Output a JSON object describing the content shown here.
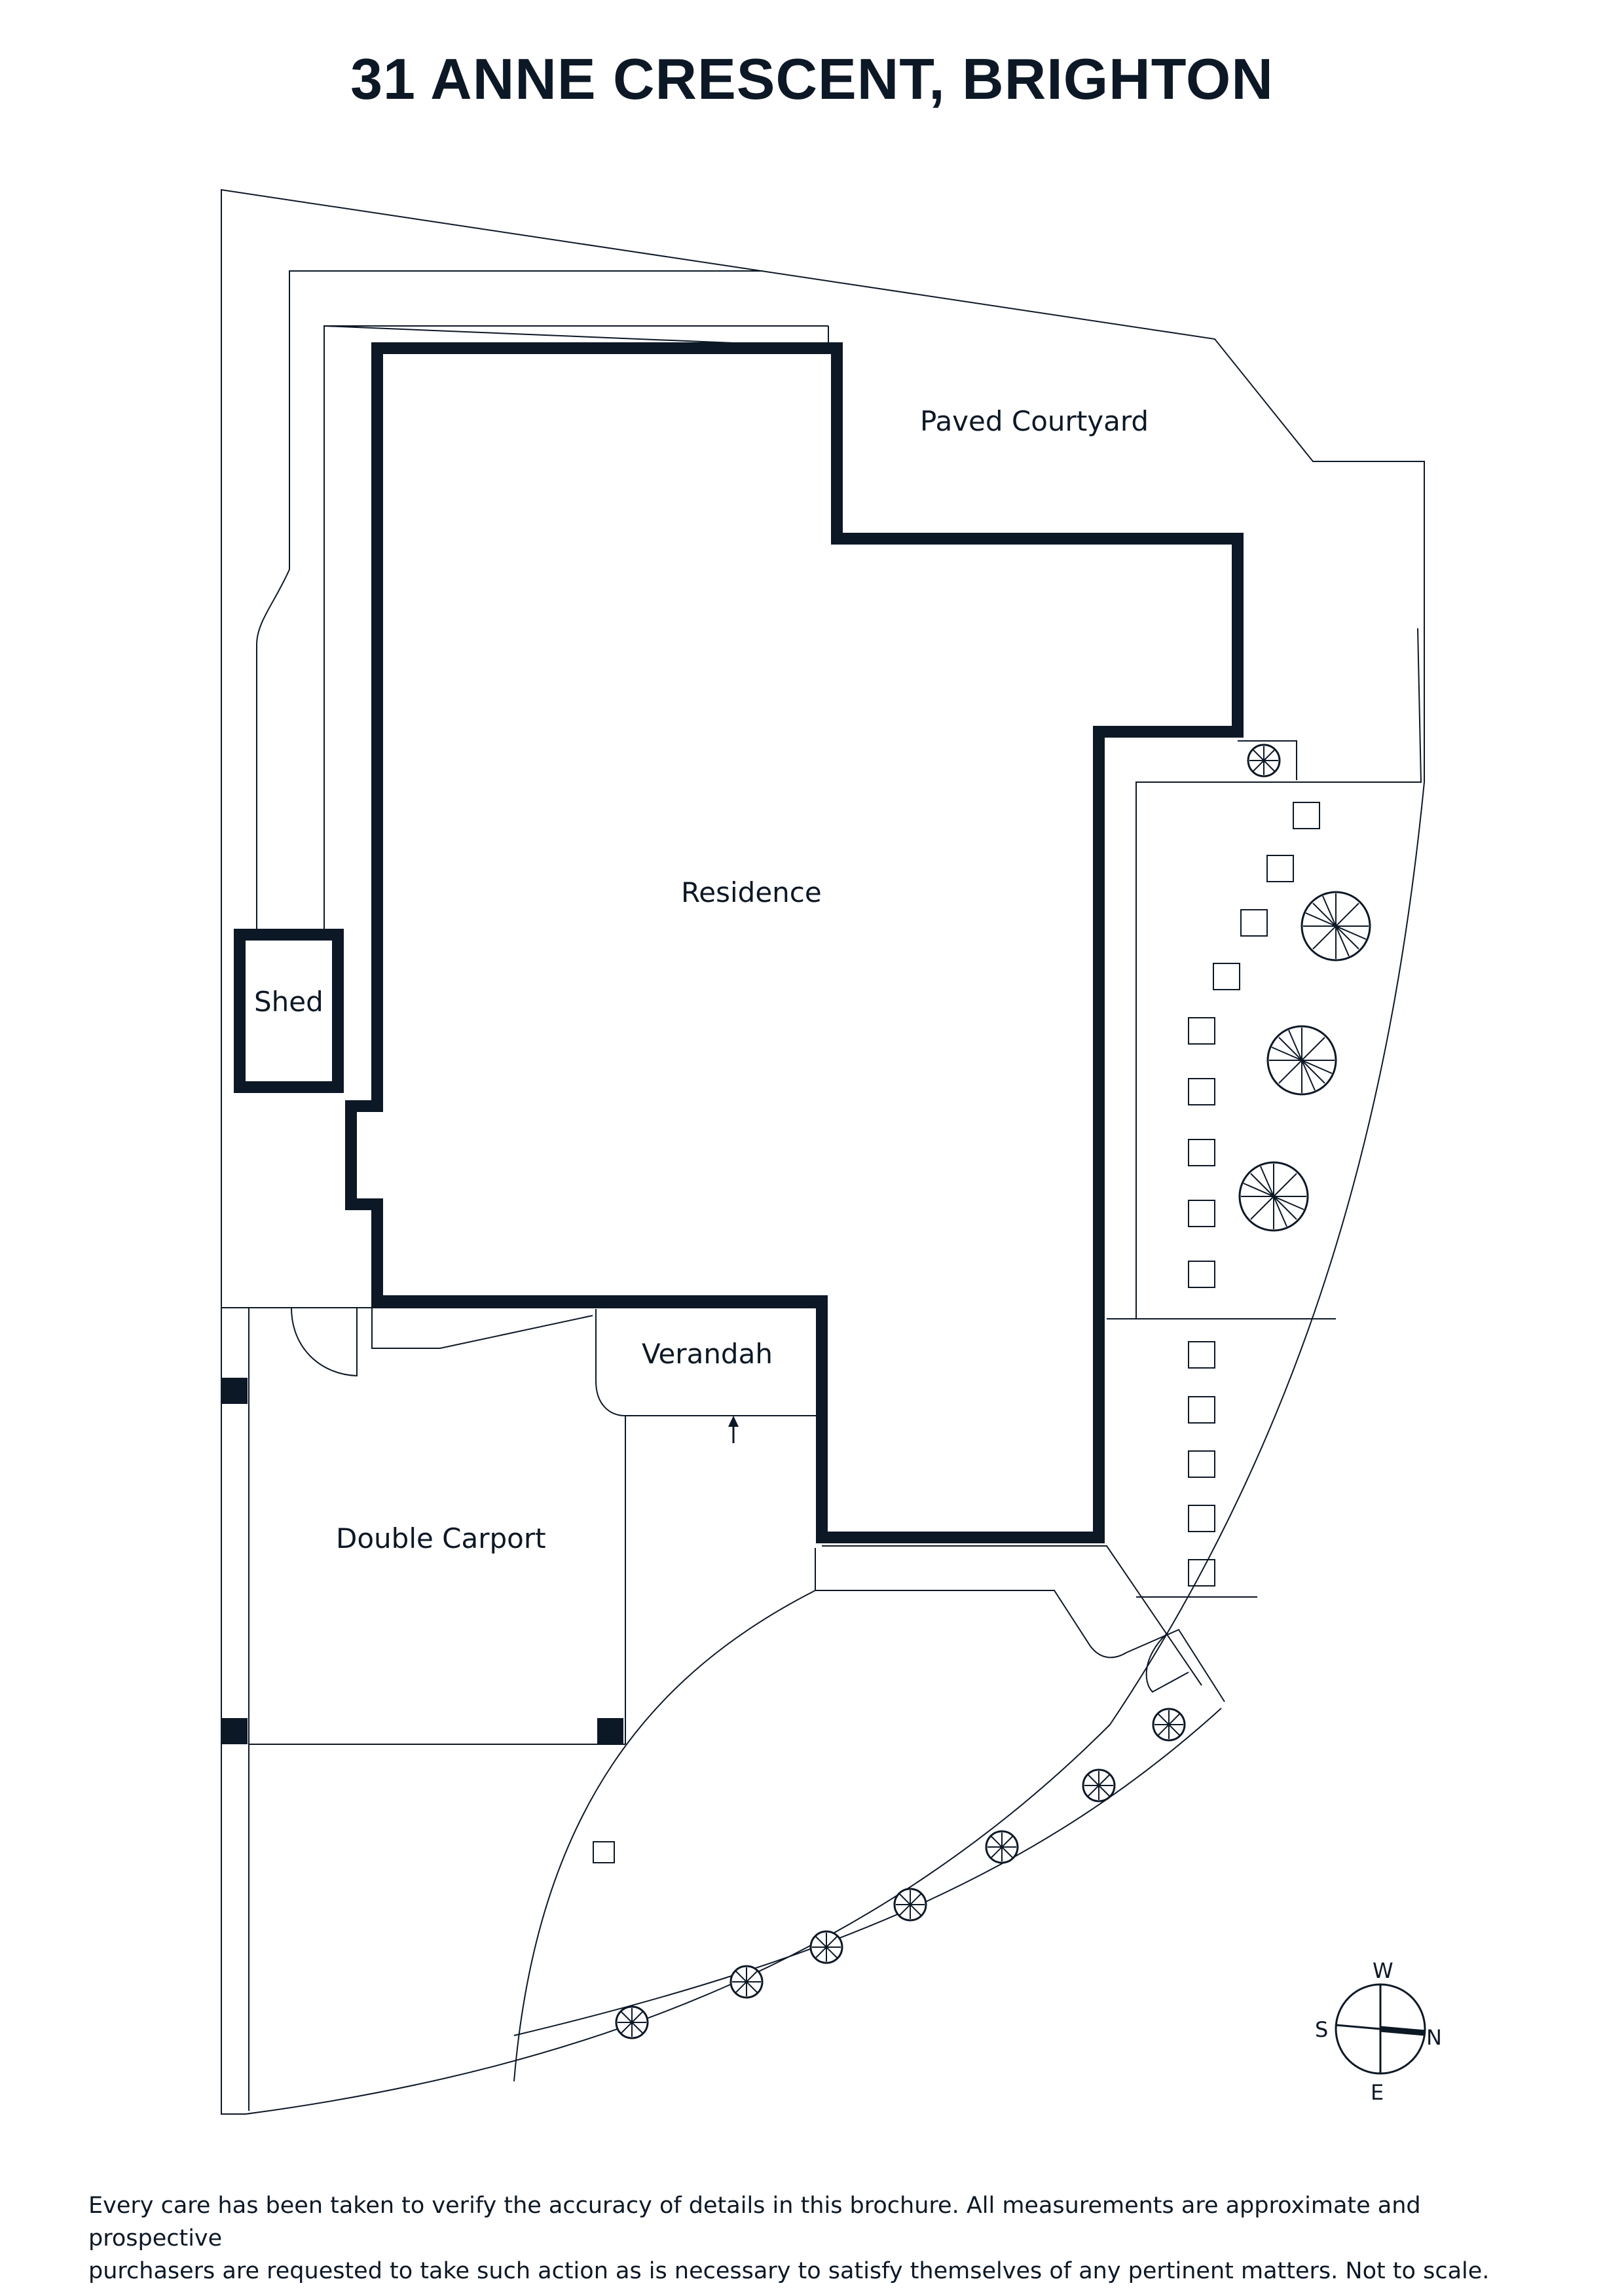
{
  "header": {
    "title": "31 ANNE CRESCENT, BRIGHTON"
  },
  "rooms": {
    "paved_courtyard": "Paved Courtyard",
    "residence": "Residence",
    "shed": "Shed",
    "verandah": "Verandah",
    "double_carport": "Double Carport"
  },
  "compass": {
    "north": "N",
    "south": "S",
    "east": "E",
    "west": "W"
  },
  "footer": {
    "disclaimer_line1": "Every care has been taken to verify the accuracy of details in this brochure. All measurements are approximate and prospective",
    "disclaimer_line2": "purchasers are requested to take such action as is necessary to satisfy themselves of any pertinent matters. Not to scale."
  },
  "colors": {
    "ink": "#0d1826",
    "background": "#ffffff"
  },
  "icons": [
    "tree-icon",
    "shrub-icon",
    "paver-icon",
    "compass-icon",
    "door-swing-icon",
    "entry-arrow-icon"
  ]
}
